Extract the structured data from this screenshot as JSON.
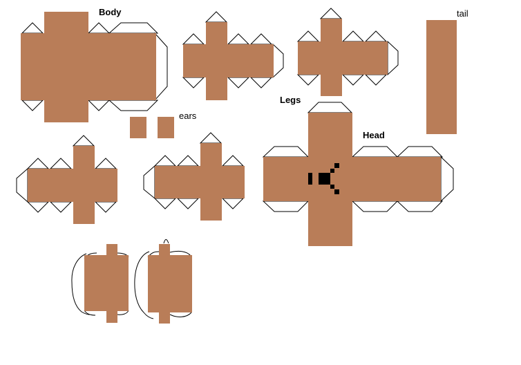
{
  "labels": {
    "body": "Body",
    "tail": "tail",
    "ears": "ears",
    "legs": "Legs",
    "head": "Head"
  },
  "colors": {
    "fill": "#b97d58",
    "outline": "#000000",
    "background": "#ffffff",
    "face": "#000000"
  }
}
